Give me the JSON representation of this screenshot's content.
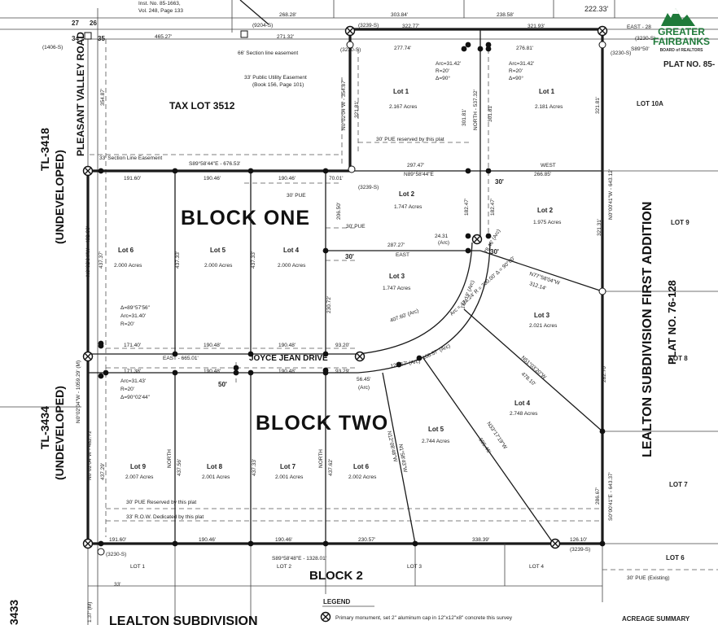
{
  "logo": {
    "line1": "GREATER",
    "line2": "FAIRBANKS",
    "line3": "BOARD of REALTORS"
  },
  "map": {
    "block_one": "BLOCK ONE",
    "block_two": "BLOCK TWO",
    "block_2_bottom": "BLOCK 2",
    "tax_lot": "TAX LOT 3512",
    "road": "JOYCE JEAN DRIVE",
    "pleasant_valley": "PLEASANT VALLEY ROAD",
    "tl_3418": "TL-3418",
    "tl_3434": "TL-3434",
    "undeveloped": "(UNDEVELOPED)",
    "lealton_first": "LEALTON SUBDIVISION FIRST ADDITION",
    "plat_76_128": "PLAT NO. 76-128",
    "plat_85": "PLAT NO. 85-",
    "lealton_bottom": "LEALTON SUBDIVISION",
    "legend": "LEGEND",
    "legend_primary": "Primary monument, set 2\" aluminum cap in 12\"x12\"x8\" concrete this survey",
    "acreage_summary": "ACREAGE SUMMARY",
    "corner_27": "27",
    "corner_26": "26",
    "corner_34": "34",
    "corner_35": "35",
    "corner_3433": "3433",
    "ref_1406": "(1406-S)",
    "ref_2230_a": "(3230-S)",
    "ref_2230_b": "(3230-S)",
    "ref_2230_c": "(3230-S)",
    "ref_2230_d": "(3230-S)",
    "ref_3239": "(3239-S)",
    "ref_9204": "(9204-S)",
    "inst": "Inst. No. 85-1663,",
    "vol": "Vol. 248, Page 133",
    "sec_line_easement_top": "66' Section line easement",
    "pue_top": "33' Public Utility Easement",
    "pue_book": "(Book 156, Page 101)",
    "sec_line_easement": "33' Section Line Easement",
    "pue_reserved_top": "30' PUE reserved by this plat",
    "pue_30": "30' PUE",
    "pue_30b": "30' PUE",
    "pue_reserved_bottom": "30' PUE Reserved by this plat",
    "row_dedicated": "33' R.O.W. Dedicated by this plat",
    "pue_existing": "30' PUE (Existing)",
    "lot_10a": "LOT 10A",
    "lot_9": "LOT 9",
    "lot_8": "LOT 8",
    "lot_7": "LOT 7",
    "lot_6": "LOT 6",
    "b1_lot1": "Lot 1",
    "b1_lot1_ac": "2.167 Acres",
    "b1_lot2": "Lot 2",
    "b1_lot2_ac": "1.747 Acres",
    "b1_lot3": "Lot 3",
    "b1_lot3_ac": "1.747 Acres",
    "b1_lot4": "Lot 4",
    "b1_lot4_ac": "2.000 Acres",
    "b1_lot5": "Lot 5",
    "b1_lot5_ac": "2.000 Acres",
    "b1_lot6": "Lot 6",
    "b1_lot6_ac": "2.000 Acres",
    "b2_lot1": "Lot 1",
    "b2_lot1_ac": "2.181 Acres",
    "b2_lot2": "Lot 2",
    "b2_lot2_ac": "1.975 Acres",
    "b2_lot3": "Lot 3",
    "b2_lot3_ac": "2.021 Acres",
    "b2_lot4": "Lot 4",
    "b2_lot4_ac": "2.748 Acres",
    "b2_lot5": "Lot 5",
    "b2_lot5_ac": "2.744 Acres",
    "b2_lot6": "Lot 6",
    "b2_lot6_ac": "2.002 Acres",
    "b2_lot7": "Lot 7",
    "b2_lot7_ac": "2.001 Acres",
    "b2_lot8": "Lot 8",
    "b2_lot8_ac": "2.001 Acres",
    "b2_lot9": "Lot 9",
    "b2_lot9_ac": "2.007 Acres",
    "bot_lot1": "LOT 1",
    "bot_lot2": "LOT 2",
    "bot_lot3": "LOT 3",
    "bot_lot4": "LOT 4",
    "d_top_1": "465.27'",
    "d_top_2": "271.32'",
    "d_top_3": "322.77'",
    "d_top_4": "321.93'",
    "d_top_5": "222.33'",
    "d_top_6": "268.28'",
    "d_top_7": "303.84'",
    "d_top_8": "238.58'",
    "d_east": "EAST - 28",
    "d_s89_top": "S89°50'",
    "d_277": "277.74'",
    "d_276": "276.81'",
    "d_arc1": "Arc=31.42'",
    "d_r1": "R=20'",
    "d_delta1": "Δ=90°",
    "d_arc2": "Arc=31.42'",
    "d_r2": "R=20'",
    "d_delta2": "Δ=90°",
    "d_354": "354.87'",
    "d_321a": "321.81'",
    "d_321b": "321.81'",
    "d_301": "301.81'",
    "d_north": "NORTH - 537.32'",
    "d_n0": "N0°02'04\"W - 354.87'",
    "d_191": "191.60'",
    "d_190a": "190.46'",
    "d_190b": "190.46'",
    "d_70": "70.01'",
    "d_297": "297.47'",
    "d_n89": "N89°58'44\"E",
    "d_s89_mid": "S89°58'44\"E - 676.53'",
    "d_west": "WEST",
    "d_266": "266.85'",
    "d_30a": "30'",
    "d_30b": "30'",
    "d_30c": "30'",
    "d_50": "50'",
    "d_206": "206.50'",
    "d_182a": "182.47'",
    "d_182b": "182.47'",
    "d_24": "24.31",
    "d_arc_s": "(Arc)",
    "d_287": "287.27'",
    "d_east2": "EAST",
    "d_437a": "437.37'",
    "d_437b": "437.33'",
    "d_437c": "437.33'",
    "d_437d": "437.33'",
    "d_n0b": "N0°02'04\"W - 482.38'",
    "d_230": "230.72'",
    "d_321c": "321.31'",
    "d_n0c": "N0°00'41\"W - 643.12'",
    "d_n77": "N77°58'04\"W",
    "d_312": "312.14'",
    "d_alpha1": "Δ=89°57'56\"",
    "d_arc3": "Arc=31.40'",
    "d_r3": "R=20'",
    "d_171a": "171.40'",
    "d_190c": "190.48'",
    "d_190d": "190.48'",
    "d_93a": "93.20'",
    "d_east3": "EAST - 665.01'",
    "d_171b": "171.38'",
    "d_190e": "190.48'",
    "d_190f": "190.48'",
    "d_93b": "93.29'",
    "d_56": "56.45'",
    "d_arc4": "Arc=31.43'",
    "d_r4": "R=20'",
    "d_delta4": "Δ=90°02'44\"",
    "d_n0d": "N0°02'04\"W - 1059.29' (M)",
    "d_arc_big": "Arc = 471.24' R = 300.00' Δ = 90°00'",
    "d_407": "407.60' (Arc)",
    "d_146": "146.19' (Arc)",
    "d_78": "78.46' (Arc)",
    "d_127": "127.57' (Arc)",
    "d_108": "108.57' (Arc)",
    "d_n51": "N51°03'20\"W",
    "d_478": "478.10'",
    "d_n33": "N33°17'19\"W",
    "d_505": "505.46'",
    "d_n12": "N12°08'48\"W",
    "d_n1": "N1°58'43\"W",
    "d_282": "282.70'",
    "d_s0": "S0°00'41\"E - 643.37'",
    "d_286": "286.67'",
    "d_482": "N0°02'04\"W - 482.72'",
    "d_437e": "437.29'",
    "d_north2": "NORTH",
    "d_437f": "437.56'",
    "d_north3": "NORTH",
    "d_437g": "437.62'",
    "d_191b": "191.60'",
    "d_190g": "190.46'",
    "d_190h": "190.46'",
    "d_230b": "230.57'",
    "d_338": "338.39'",
    "d_126": "126.10'",
    "d_s89_bot": "S89°58'48\"E - 1328.01'",
    "d_33": "33'",
    "d_137": "1.37' (M)",
    "ref_3239_b": "(3239-S)",
    "ref_3239_c": "(3239-S)"
  },
  "colors": {
    "logo_green": "#1f7a3a",
    "ink": "#111111"
  }
}
